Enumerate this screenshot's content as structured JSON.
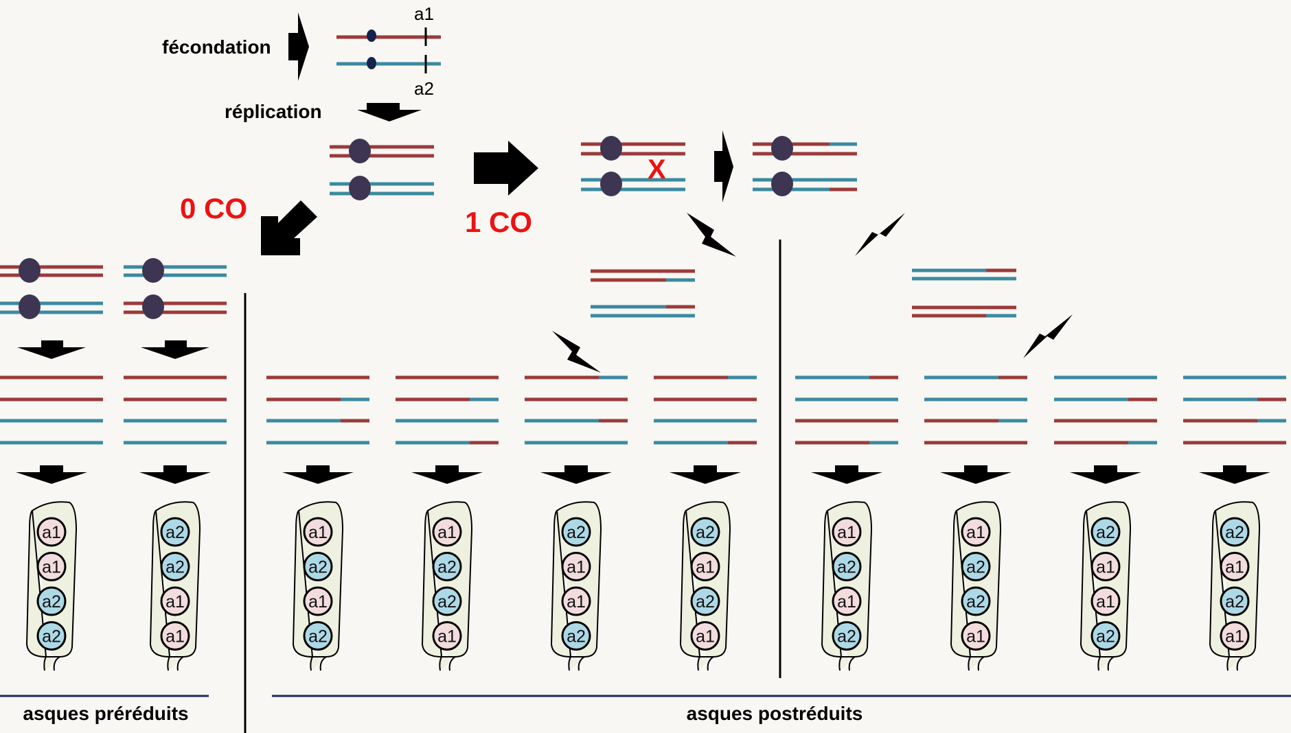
{
  "labels": {
    "fecondation": "fécondation",
    "replication": "réplication",
    "allele_top": "a1",
    "allele_bottom": "a2",
    "zero_co": "0 CO",
    "one_co": "1 CO",
    "crossover_mark": "X",
    "preduced": "asques préréduits",
    "postreduced": "asques postréduits"
  },
  "colors": {
    "red_chromatid": "#9b3a3a",
    "blue_chromatid": "#3b8aa0",
    "centromere": "#3d3552",
    "centromere_small": "#15234f",
    "spore_pink": "#f2dcdd",
    "spore_blue": "#add8e6",
    "ascus_fill": "#eef0e0",
    "accent_red": "#ee1111",
    "rule": "#1a2a5e"
  },
  "asci": [
    {
      "spores": [
        "a1",
        "a1",
        "a2",
        "a2"
      ]
    },
    {
      "spores": [
        "a2",
        "a2",
        "a1",
        "a1"
      ]
    },
    {
      "spores": [
        "a1",
        "a2",
        "a1",
        "a2"
      ]
    },
    {
      "spores": [
        "a1",
        "a2",
        "a2",
        "a1"
      ]
    },
    {
      "spores": [
        "a2",
        "a1",
        "a1",
        "a2"
      ]
    },
    {
      "spores": [
        "a2",
        "a1",
        "a2",
        "a1"
      ]
    },
    {
      "spores": [
        "a1",
        "a2",
        "a1",
        "a2"
      ]
    },
    {
      "spores": [
        "a1",
        "a2",
        "a2",
        "a1"
      ]
    },
    {
      "spores": [
        "a2",
        "a1",
        "a1",
        "a2"
      ]
    },
    {
      "spores": [
        "a2",
        "a1",
        "a2",
        "a1"
      ]
    }
  ]
}
